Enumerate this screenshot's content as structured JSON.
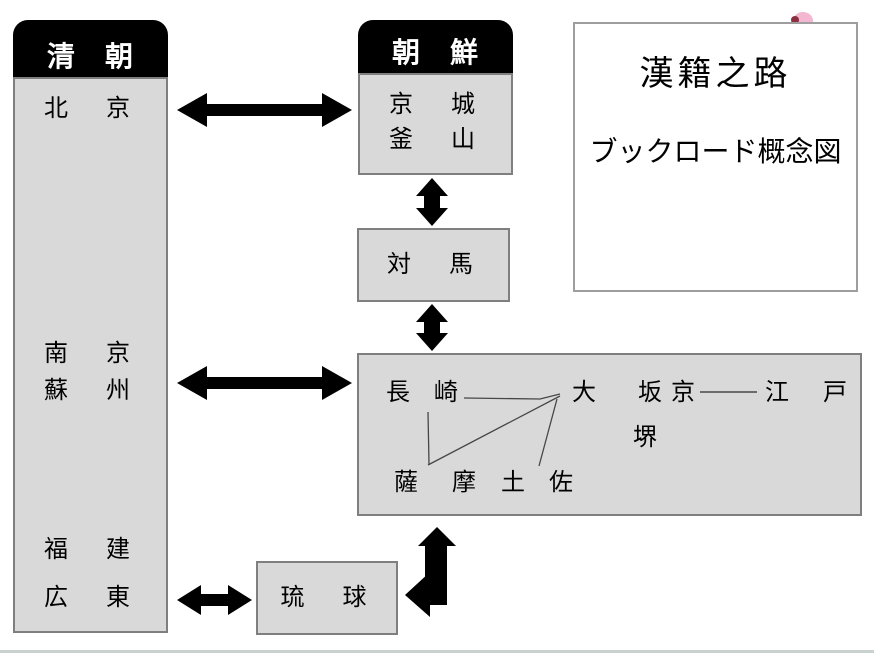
{
  "diagram": {
    "title_box": {
      "title": "漢籍之路",
      "subtitle": "ブックロード概念図"
    },
    "qing": {
      "header": "清　朝",
      "cities": {
        "beijing": "北　京",
        "nanjing": "南　京",
        "suzhou": "蘇　州",
        "fujian": "福　建",
        "guangdong": "広　東"
      }
    },
    "korea": {
      "header": "朝　鮮",
      "cities": {
        "keijo": "京　城",
        "busan": "釜　山"
      }
    },
    "tsushima": {
      "label": "対　馬"
    },
    "japan": {
      "cities": {
        "nagasaki": "長　崎",
        "osaka": "大　坂",
        "kyo": "京",
        "edo": "江　戸",
        "sakai": "堺",
        "satsuma": "薩　摩",
        "tosa": "土　佐"
      }
    },
    "ryukyu": {
      "label": "琉　球"
    },
    "connections": [
      {
        "from": "北京",
        "to": "京城・釜山",
        "style": "thick-double-arrow"
      },
      {
        "from": "京城・釜山",
        "to": "対馬",
        "style": "thick-double-arrow"
      },
      {
        "from": "対馬",
        "to": "長崎",
        "style": "thick-double-arrow"
      },
      {
        "from": "南京・蘇州",
        "to": "長崎",
        "style": "thick-double-arrow"
      },
      {
        "from": "福建・広東",
        "to": "琉球",
        "style": "thick-double-arrow"
      },
      {
        "from": "琉球",
        "to": "薩摩",
        "style": "thick-bent-double-arrow"
      },
      {
        "from": "長崎",
        "to": "大坂",
        "style": "thin-line"
      },
      {
        "from": "長崎",
        "to": "薩摩",
        "style": "thin-line"
      },
      {
        "from": "薩摩",
        "to": "大坂",
        "style": "thin-line"
      },
      {
        "from": "土佐",
        "to": "大坂",
        "style": "thin-line"
      },
      {
        "from": "京",
        "to": "江戸",
        "style": "thin-line"
      }
    ],
    "colors": {
      "box_fill": "#d9d9d9",
      "box_border": "#7f7f7f",
      "header_bg": "#000000",
      "header_text": "#ffffff",
      "arrow": "#000000",
      "route_line": "#474747",
      "title_box_border": "#9e9e9e",
      "ornament_pink": "#f3b7d1",
      "ornament_dark": "#8c2f40",
      "footer_line": "#c9d2cf"
    }
  }
}
